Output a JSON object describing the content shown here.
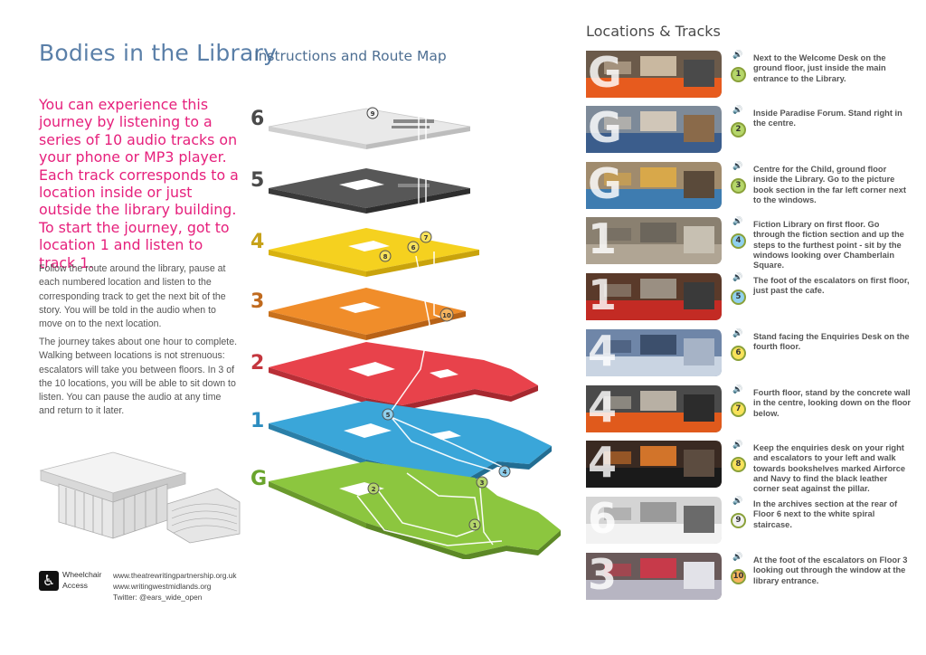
{
  "header": {
    "title": "Bodies in the Library",
    "subtitle": "Instructions and Route Map"
  },
  "intro": "You can experience this journey by listening to a series of 10 audio tracks on your phone or MP3 player. Each track corresponds to a location inside or just outside the library building. To start the journey, got to location 1 and listen to track 1.",
  "paragraphs": [
    "Follow the route around the library, pause at each numbered location and listen to the corresponding track to get the next bit of the story. You will be told in the audio when to move on to the next location.",
    "The journey takes about one hour to complete. Walking between locations is not strenuous: escalators will take you between floors. In 3 of the 10 locations, you will be able to sit down to listen. You can pause the audio at any time and return to it later."
  ],
  "footer": {
    "wheelchair_icon": "wheelchair-icon",
    "wheelchair_label": "Wheelchair Access",
    "links": [
      "www.theatrewritingpartnership.org.uk",
      "www.writingwestmidlands.org",
      "Twitter: @ears_wide_open"
    ]
  },
  "map": {
    "floors": [
      {
        "label": "6",
        "color": "#e6e6e6"
      },
      {
        "label": "5",
        "color": "#565656"
      },
      {
        "label": "4",
        "color": "#f4d21f"
      },
      {
        "label": "3",
        "color": "#f0902a"
      },
      {
        "label": "2",
        "color": "#e8424b"
      },
      {
        "label": "1",
        "color": "#3aa6d9"
      },
      {
        "label": "G",
        "color": "#8cc63f"
      }
    ],
    "markers": [
      "9",
      "7",
      "6",
      "8",
      "10",
      "5",
      "4",
      "3",
      "2",
      "1"
    ]
  },
  "locations": {
    "heading": "Locations & Tracks",
    "tracks": [
      {
        "floor": "G",
        "number": "1",
        "badge_color": "#b5d66a",
        "text": "Next to the Welcome Desk on the ground floor, just inside the main entrance to the Library."
      },
      {
        "floor": "G",
        "number": "2",
        "badge_color": "#b5d66a",
        "text": "Inside Paradise Forum. Stand right in the centre."
      },
      {
        "floor": "G",
        "number": "3",
        "badge_color": "#b5d66a",
        "text": "Centre for the Child, ground floor inside the Library. Go to the picture book section in the far left corner next to the windows."
      },
      {
        "floor": "1",
        "number": "4",
        "badge_color": "#8fd0ee",
        "text": "Fiction Library on first floor. Go through the fiction section and up the steps to the furthest point - sit by the windows looking over Chamberlain Square."
      },
      {
        "floor": "1",
        "number": "5",
        "badge_color": "#8fd0ee",
        "text": "The foot of the escalators on first floor, just past the cafe."
      },
      {
        "floor": "4",
        "number": "6",
        "badge_color": "#f8e25a",
        "text": "Stand facing the Enquiries Desk on the fourth floor."
      },
      {
        "floor": "4",
        "number": "7",
        "badge_color": "#f8e25a",
        "text": "Fourth floor, stand by the concrete wall in the centre, looking down on the floor below."
      },
      {
        "floor": "4",
        "number": "8",
        "badge_color": "#f8e25a",
        "text": "Keep the enquiries desk on your right and escalators to your left and walk towards bookshelves marked Airforce and Navy to find the black leather corner seat against the pillar."
      },
      {
        "floor": "6",
        "number": "9",
        "badge_color": "#f2f2f2",
        "text": "In the archives section at the rear of Floor 6 next to the white spiral staircase."
      },
      {
        "floor": "3",
        "number": "10",
        "badge_color": "#f6b45e",
        "text": "At the foot of the escalators on Floor 3 looking out through the window at the library entrance."
      }
    ]
  }
}
